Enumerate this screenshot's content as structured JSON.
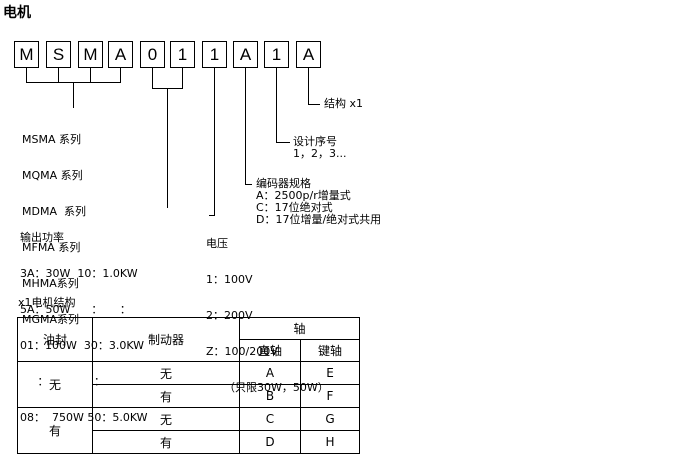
{
  "title": "电机",
  "code_chars": [
    "M",
    "S",
    "M",
    "A",
    "0",
    "1",
    "1",
    "A",
    "1",
    "A"
  ],
  "labels": {
    "structure": "结构 x1",
    "design_title": "设计序号",
    "design_values": "1，2，3...",
    "encoder_title": "编码器规格",
    "encoder_a": "A：2500p/r增量式",
    "encoder_c": "C：17位绝对式",
    "encoder_d": "D：17位增量/绝对式共用",
    "series": [
      "MSMA 系列",
      "MQMA 系列",
      "MDMA  系列",
      "MFMA 系列",
      "MHMA系列",
      "MGMA系列"
    ],
    "voltage_title": "电压",
    "voltage_items": [
      "1：100V",
      "2：200V",
      "Z：100/200V",
      "（只限30W，50W）"
    ],
    "power_title": "输出功率",
    "power_items": [
      "3A：30W  10：1.0KW",
      "5A：50W      ：     ：",
      "01：100W  30：3.0KW",
      "     ：             ：",
      "08：  750W 50：5.0KW"
    ]
  },
  "table": {
    "caption": "x1电机结构",
    "header_oil": "油封",
    "header_brake": "制动器",
    "header_shaft": "轴",
    "header_straight": "直轴",
    "header_key": "键轴",
    "rows": [
      {
        "oil": "无",
        "brake": "无",
        "straight": "A",
        "key": "E"
      },
      {
        "oil": "",
        "brake": "有",
        "straight": "B",
        "key": "F"
      },
      {
        "oil": "有",
        "brake": "无",
        "straight": "C",
        "key": "G"
      },
      {
        "oil": "",
        "brake": "有",
        "straight": "D",
        "key": "H"
      }
    ]
  }
}
